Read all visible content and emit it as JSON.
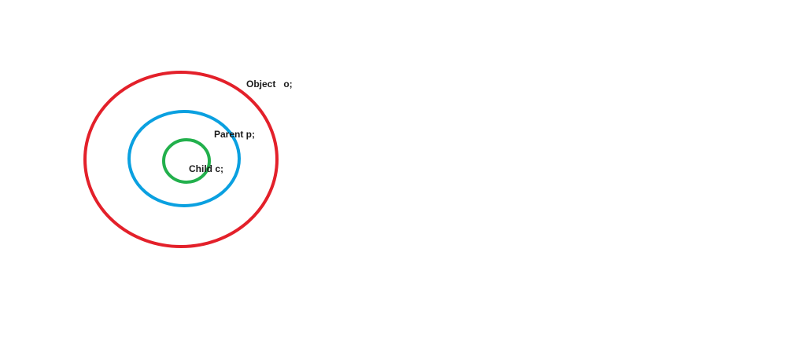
{
  "diagram": {
    "labels": {
      "object": "Object   o;",
      "parent": "Parent p;",
      "child": "Child c;"
    },
    "colors": {
      "outer": "#e3202a",
      "middle": "#0aa0e0",
      "inner": "#22b04c",
      "text": "#1a1a1a",
      "background": "#ffffff"
    }
  }
}
